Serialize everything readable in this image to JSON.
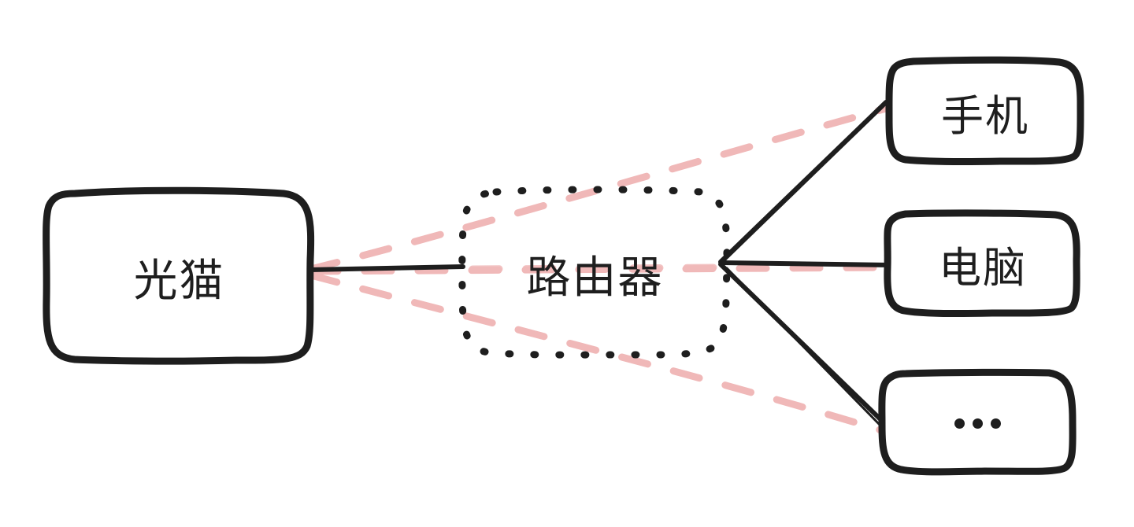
{
  "diagram": {
    "type": "network-topology-sketch",
    "style": "hand-drawn",
    "colors": {
      "stroke": "#1e1e1e",
      "wifi_dashed": "#f0b8b8",
      "background": "#ffffff"
    },
    "nodes": {
      "modem": {
        "label": "光猫",
        "shape": "rounded-rect",
        "border": "solid"
      },
      "router": {
        "label": "路由器",
        "shape": "rounded-rect",
        "border": "dotted"
      },
      "phone": {
        "label": "手机",
        "shape": "rounded-rect",
        "border": "solid"
      },
      "computer": {
        "label": "电脑",
        "shape": "rounded-rect",
        "border": "solid"
      },
      "more": {
        "label": "...",
        "shape": "rounded-rect",
        "border": "solid"
      }
    },
    "edges": [
      {
        "from": "modem",
        "to": "router",
        "style": "solid"
      },
      {
        "from": "router",
        "to": "phone",
        "style": "solid"
      },
      {
        "from": "router",
        "to": "computer",
        "style": "solid"
      },
      {
        "from": "router",
        "to": "more",
        "style": "solid"
      },
      {
        "from": "modem",
        "to": "phone",
        "style": "dashed-pink"
      },
      {
        "from": "modem",
        "to": "computer",
        "style": "dashed-pink"
      },
      {
        "from": "modem",
        "to": "more",
        "style": "dashed-pink"
      }
    ]
  }
}
